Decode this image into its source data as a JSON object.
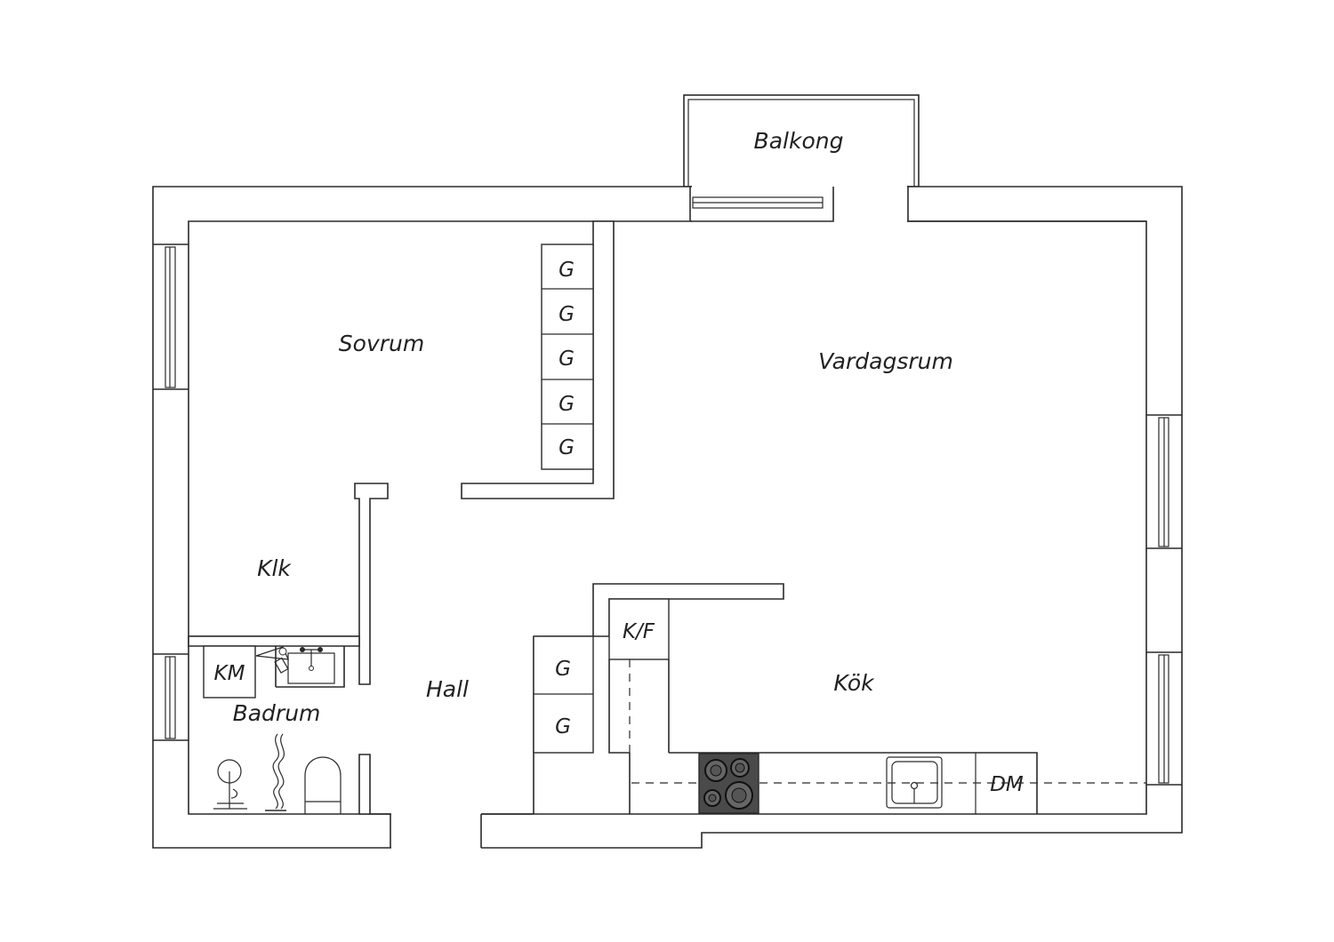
{
  "rooms": {
    "balcony": "Balkong",
    "bedroom": "Sovrum",
    "living_room": "Vardagsrum",
    "walk_in_closet": "Klk",
    "hall": "Hall",
    "bathroom": "Badrum",
    "kitchen": "Kök"
  },
  "fixtures": {
    "wardrobe": "G",
    "fridge_freezer": "K/F",
    "washing_machine": "KM",
    "dishwasher": "DM"
  },
  "colors": {
    "line": "#2a2a2a",
    "background": "#ffffff",
    "stove": "#4a4a4a"
  }
}
